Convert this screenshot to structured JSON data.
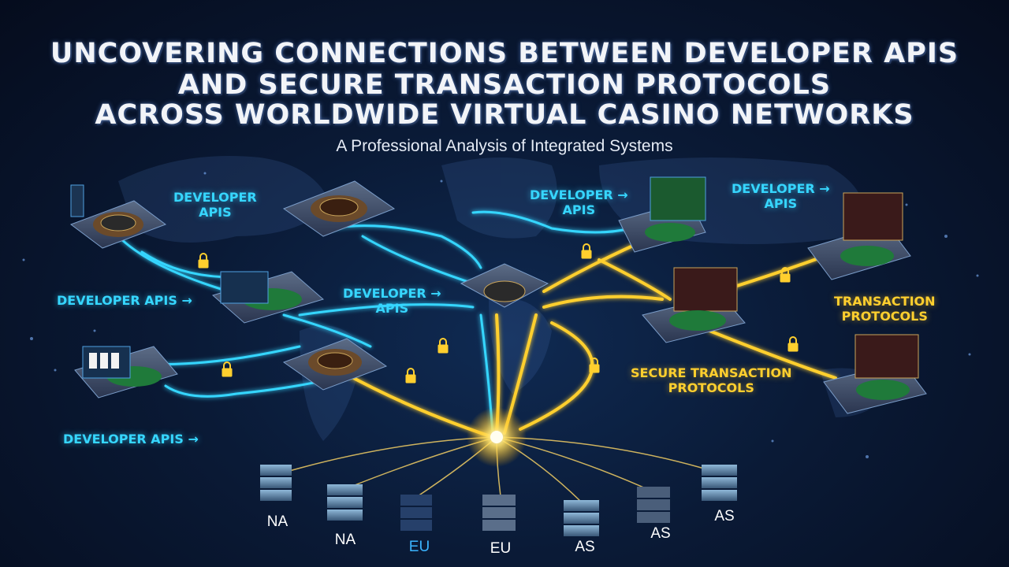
{
  "title": {
    "line1": "UNCOVERING CONNECTIONS BETWEEN DEVELOPER APIS",
    "line2": "AND SECURE TRANSACTION PROTOCOLS",
    "line3": "ACROSS WORLDWIDE VIRTUAL CASINO NETWORKS"
  },
  "subtitle": "A Professional Analysis of Integrated Systems",
  "labels": {
    "dev_top_left": "DEVELOPER\nAPIS",
    "dev_mid_left": "DEVELOPER APIS →",
    "dev_bottom_left": "DEVELOPER APIS →",
    "dev_center": "DEVELOPER →\nAPIS",
    "dev_top_center": "DEVELOPER →\nAPIS",
    "dev_top_right": "DEVELOPER →\nAPIS",
    "transaction_right": "TRANSACTION\nPROTOCOLS",
    "secure_transaction": "SECURE TRANSACTION\nPROTOCOLS"
  },
  "regions": [
    "NA",
    "NA",
    "EU",
    "EU",
    "AS",
    "AS",
    "AS"
  ],
  "colors": {
    "api_link": "#36d6ff",
    "secure_link": "#ffcf2e",
    "background": "#0a1a36"
  }
}
